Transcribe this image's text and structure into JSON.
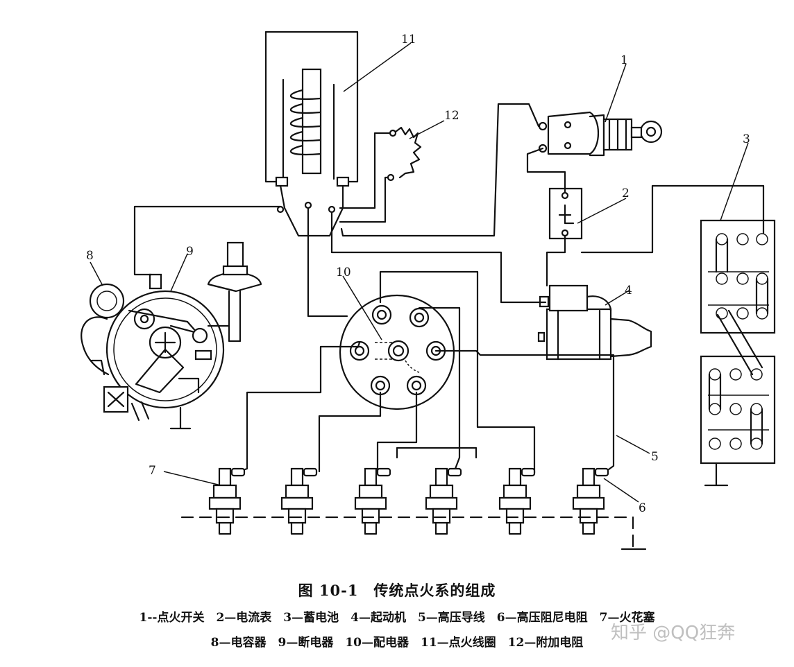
{
  "figure": {
    "title": "图 10-1　传统点火系的组成",
    "legend_line1": "1--点火开关　2—电流表　3—蓄电池　4—起动机　5—高压导线　6—高压阻尼电阻　7—火花塞",
    "legend_line2": "8—电容器　9—断电器　10—配电器　11—点火线圈　12—附加电阻"
  },
  "callouts": [
    "1",
    "2",
    "3",
    "4",
    "5",
    "6",
    "7",
    "8",
    "9",
    "10",
    "11",
    "12"
  ],
  "watermark": "知乎 @QQ狂奔"
}
